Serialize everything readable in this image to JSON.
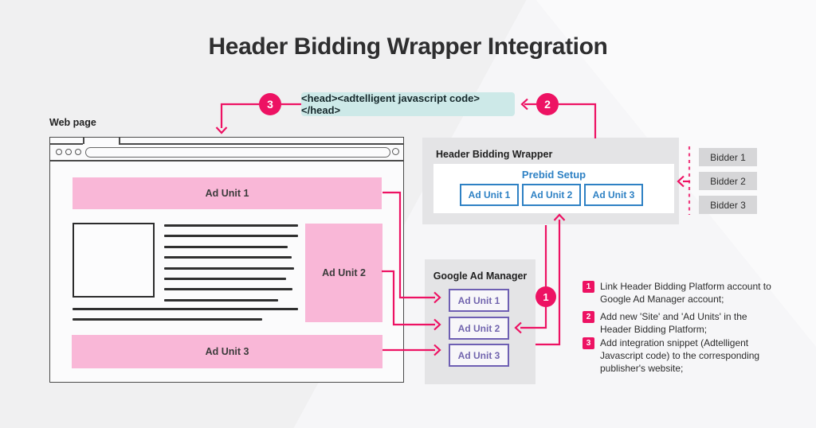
{
  "title": "Header Bidding Wrapper Integration",
  "code_snippet": {
    "text": "<head><adtelligent javascript code></head>"
  },
  "markers": {
    "m1": "1",
    "m2": "2",
    "m3": "3"
  },
  "webpage": {
    "label": "Web page",
    "ad_units": [
      "Ad Unit 1",
      "Ad Unit 2",
      "Ad Unit 3"
    ]
  },
  "wrapper": {
    "title": "Header Bidding Wrapper",
    "subtitle": "Prebid Setup",
    "ad_units": [
      "Ad Unit 1",
      "Ad Unit 2",
      "Ad Unit 3"
    ]
  },
  "bidders": [
    "Bidder 1",
    "Bidder 2",
    "Bidder 3"
  ],
  "gam": {
    "title": "Google Ad Manager",
    "ad_units": [
      "Ad Unit 1",
      "Ad Unit 2",
      "Ad Unit 3"
    ]
  },
  "steps": [
    {
      "num": "1",
      "lines": [
        "Link Header Bidding Platform account to",
        "Google Ad Manager account;"
      ]
    },
    {
      "num": "2",
      "lines": [
        "Add new 'Site' and 'Ad Units' in the",
        "Header Bidding Platform;"
      ]
    },
    {
      "num": "3",
      "lines": [
        "Add integration snippet (Adtelligent",
        "Javascript code) to the corresponding",
        "publisher's website;"
      ]
    }
  ],
  "colors": {
    "accent_pink": "#ed1263",
    "ad_unit_pink": "#f9b7d7",
    "code_teal": "#cde9e8",
    "prebid_blue": "#2e81c4",
    "gam_purple": "#6e5fb3",
    "box_gray": "#e4e4e6"
  }
}
